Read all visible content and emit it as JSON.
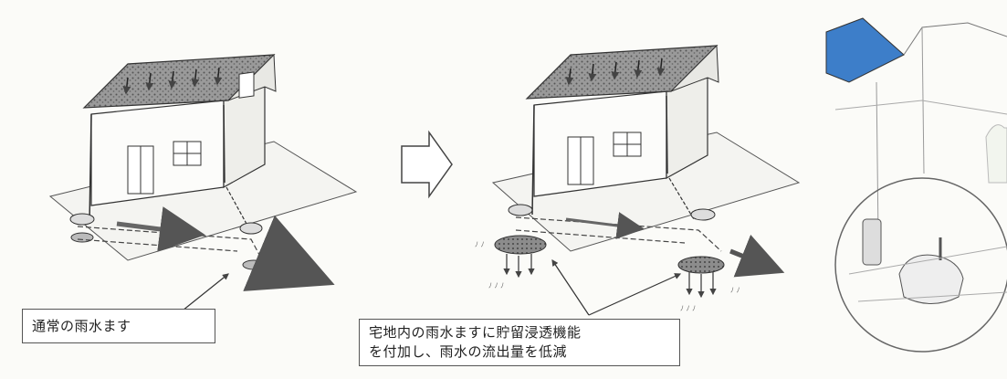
{
  "callouts": {
    "normal_inlet": "通常の雨水ます",
    "storage_inlet_line1": "宅地内の雨水ますに貯留浸透機能",
    "storage_inlet_line2": "を付加し、雨水の流出量を低減"
  },
  "colors": {
    "roof_texture": "#777777",
    "line": "#444444",
    "tank_roof_blue": "#3d7ec9",
    "background": "#fbfbf8"
  }
}
